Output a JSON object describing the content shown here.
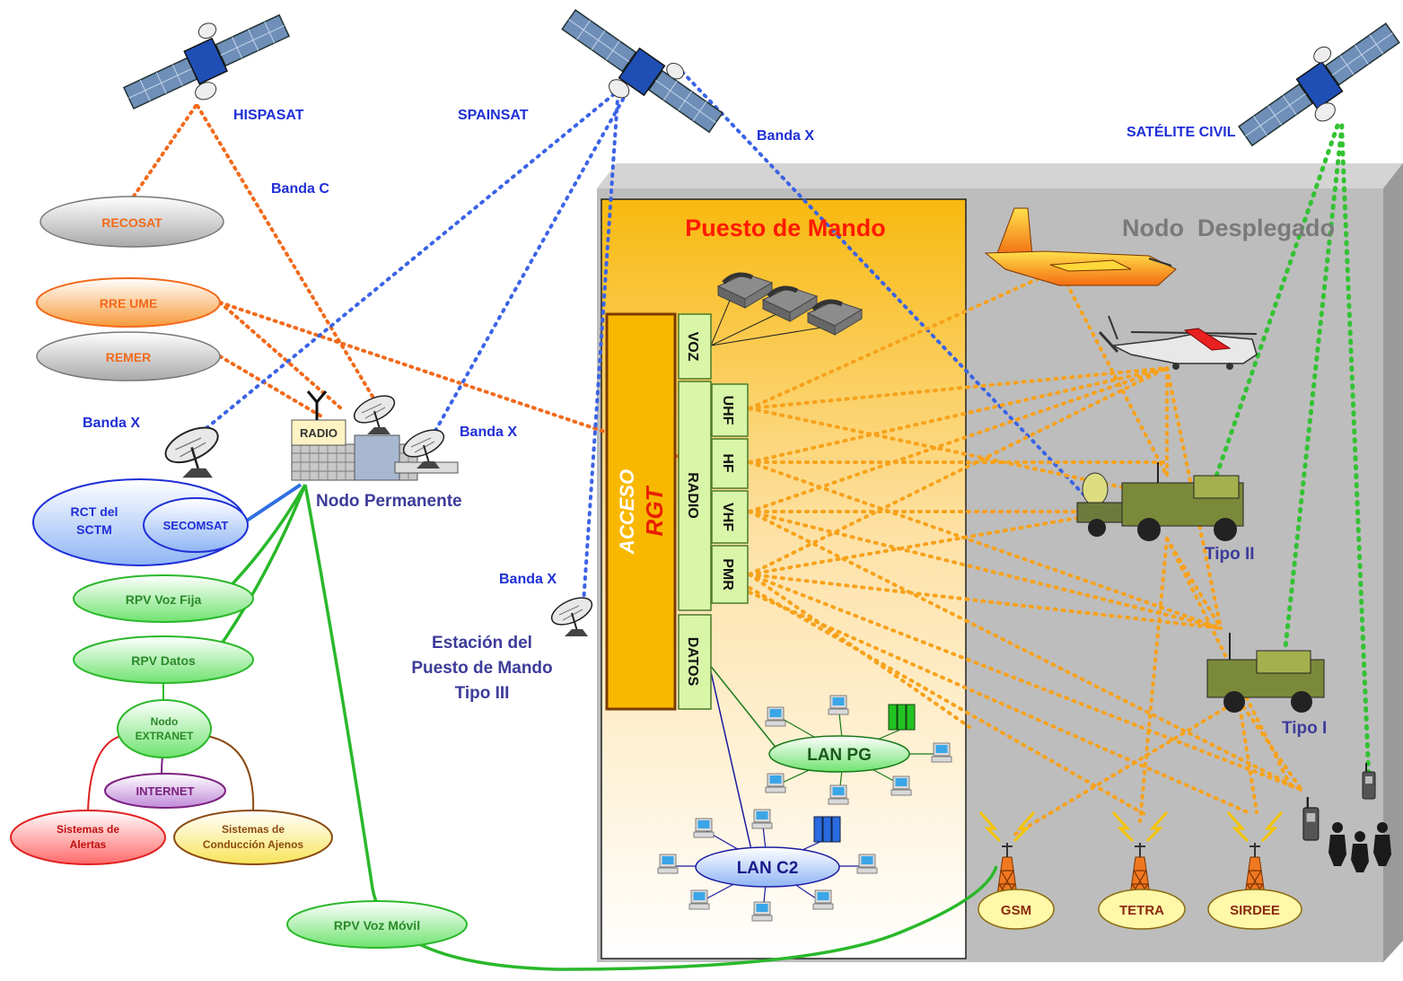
{
  "satellites": {
    "hispasat": "HISPASAT",
    "spainsat": "SPAINSAT",
    "civil": "SATÉLITE CIVIL"
  },
  "bands": {
    "c": "Banda C",
    "x_spainsat": "Banda X",
    "x_left": "Banda X",
    "x_nodo": "Banda X",
    "x_station": "Banda X"
  },
  "networks": {
    "recosat": "RECOSAT",
    "rre_ume": "RRE UME",
    "remer": "REMER",
    "rct_line1": "RCT del",
    "rct_line2": "SCTM",
    "secomsat": "SECOMSAT",
    "rpv_voz_fija": "RPV Voz Fija",
    "rpv_datos": "RPV Datos",
    "nodo_extranet_line1": "Nodo",
    "nodo_extranet_line2": "EXTRANET",
    "internet": "INTERNET",
    "alertas_line1": "Sistemas de",
    "alertas_line2": "Alertas",
    "conduccion_line1": "Sistemas de",
    "conduccion_line2": "Conducción Ajenos",
    "rpv_voz_movil": "RPV Voz Móvil"
  },
  "nodo_permanente": {
    "label": "Nodo Permanente",
    "radio": "RADIO"
  },
  "estacion": {
    "line1": "Estación del",
    "line2": "Puesto de Mando",
    "line3": "Tipo III"
  },
  "nodo_desplegado": {
    "title": "Nodo  Desplegado",
    "tipo_ii": "Tipo II",
    "tipo_i": "Tipo I"
  },
  "puesto_mando": {
    "title": "Puesto de Mando",
    "acceso": "ACCESO",
    "rgt": "RGT",
    "voz": "VOZ",
    "radio": "RADIO",
    "uhf": "UHF",
    "hf": "HF",
    "vhf": "VHF",
    "pmr": "PMR",
    "datos": "DATOS",
    "lan_pg": "LAN PG",
    "lan_c2": "LAN C2"
  },
  "towers": {
    "gsm": "GSM",
    "tetra": "TETRA",
    "sirdee": "SIRDEE"
  },
  "colors": {
    "orange_link": "#f26a1b",
    "blue_link": "#3b63e6",
    "green_link": "#33c233",
    "amber_link": "#f7a21b",
    "panel_gray": "#bdbdbd",
    "label_blue": "#1f2fd6",
    "accent_red": "#ff1a00"
  }
}
